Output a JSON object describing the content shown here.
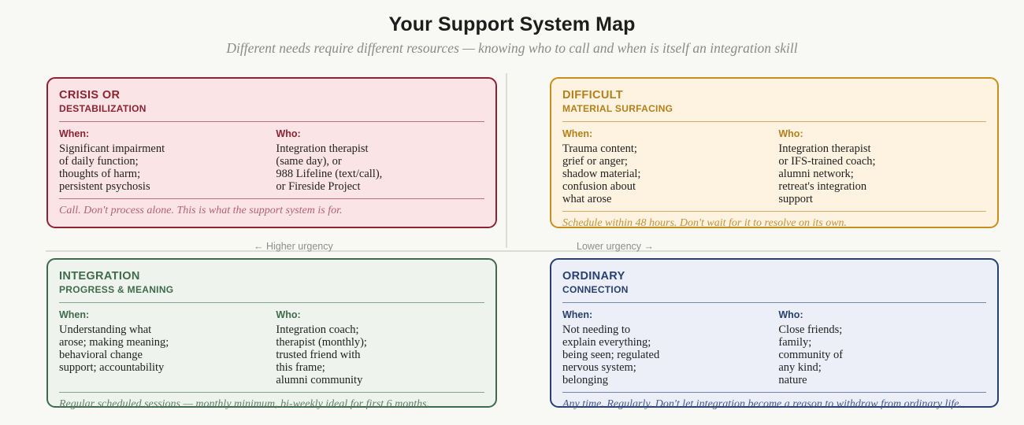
{
  "header": {
    "title": "Your Support System Map",
    "subtitle": "Different needs require different resources — knowing who to call and when is itself an integration skill"
  },
  "axis": {
    "left_label": "← Higher urgency",
    "right_label": "Lower urgency →"
  },
  "quadrants": [
    {
      "key": "crisis",
      "title": "CRISIS OR",
      "subtitle": "DESTABILIZATION",
      "when_label": "When:",
      "who_label": "Who:",
      "when_lines": [
        "Significant impairment",
        "of daily function;",
        "thoughts of harm;",
        "persistent psychosis"
      ],
      "who_lines": [
        "Integration therapist",
        "(same day), or",
        "988 Lifeline (text/call),",
        "or Fireside Project"
      ],
      "footnote": "Call. Don't process alone. This is what the support system is for.",
      "accent": "#8b2332",
      "background": "#fbe4e6"
    },
    {
      "key": "difficult",
      "title": "DIFFICULT",
      "subtitle": "MATERIAL SURFACING",
      "when_label": "When:",
      "who_label": "Who:",
      "when_lines": [
        "Trauma content;",
        "grief or anger;",
        "shadow material;",
        "confusion about",
        "what arose"
      ],
      "who_lines": [
        "Integration therapist",
        "or IFS-trained coach;",
        "alumni network;",
        "retreat's integration",
        "support"
      ],
      "footnote": "Schedule within 48 hours. Don't wait for it to resolve on its own.",
      "accent": "#b5801a",
      "background": "#fdf3e0"
    },
    {
      "key": "integration",
      "title": "INTEGRATION",
      "subtitle": "PROGRESS & MEANING",
      "when_label": "When:",
      "who_label": "Who:",
      "when_lines": [
        "Understanding what",
        "arose; making meaning;",
        "behavioral change",
        "support; accountability"
      ],
      "who_lines": [
        "Integration coach;",
        "therapist (monthly);",
        "trusted friend with",
        "this frame;",
        "alumni community"
      ],
      "footnote": "Regular scheduled sessions — monthly minimum, bi-weekly ideal for first 6 months.",
      "accent": "#3f6b4a",
      "background": "#eef3ee"
    },
    {
      "key": "ordinary",
      "title": "ORDINARY",
      "subtitle": "CONNECTION",
      "when_label": "When:",
      "who_label": "Who:",
      "when_lines": [
        "Not needing to",
        "explain everything;",
        "being seen; regulated",
        "nervous system;",
        "belonging"
      ],
      "who_lines": [
        "Close friends;",
        "family;",
        "community of",
        "any kind;",
        "nature"
      ],
      "footnote": "Any time. Regularly. Don't let integration become a reason to withdraw from ordinary life.",
      "accent": "#27406e",
      "background": "#eceff8"
    }
  ]
}
